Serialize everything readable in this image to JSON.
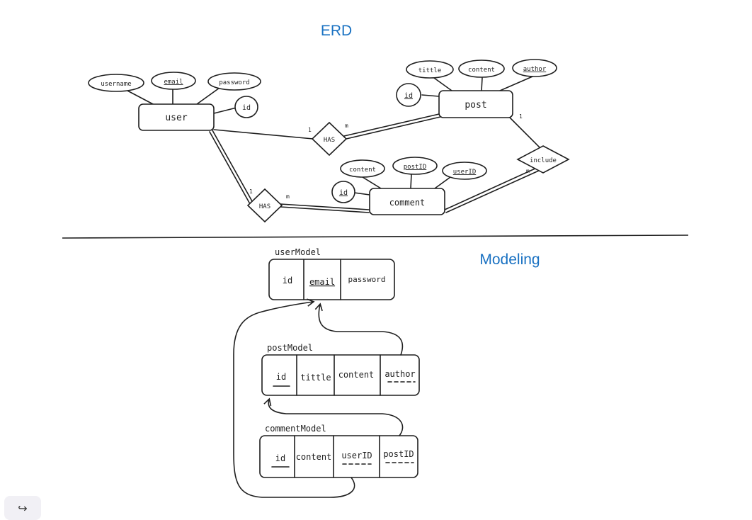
{
  "sections": {
    "erd_title": "ERD",
    "modeling_title": "Modeling"
  },
  "erd": {
    "entities": {
      "user": "user",
      "post": "post",
      "comment": "comment"
    },
    "attributes": {
      "user_username": "username",
      "user_email": "email",
      "user_password": "password",
      "user_id": "id",
      "post_id": "id",
      "post_tittle": "tittle",
      "post_content": "content",
      "post_author": "author",
      "comment_id": "id",
      "comment_content": "content",
      "comment_postid": "postID",
      "comment_userid": "userID"
    },
    "relationships": {
      "user_post": "HAS",
      "user_comment": "HAS",
      "post_comment": "include"
    },
    "cardinalities": {
      "user_post_user": "1",
      "user_post_post": "m",
      "user_comment_user": "1",
      "user_comment_comment": "m",
      "post_comment_post": "1",
      "post_comment_comment": "m"
    }
  },
  "models": {
    "user": {
      "name": "userModel",
      "fields": [
        "id",
        "email",
        "password"
      ]
    },
    "post": {
      "name": "postModel",
      "fields": [
        "id",
        "tittle",
        "content",
        "author"
      ]
    },
    "comment": {
      "name": "commentModel",
      "fields": [
        "id",
        "content",
        "userID",
        "postID"
      ]
    }
  },
  "toolbar": {
    "redo_icon": "↪"
  }
}
